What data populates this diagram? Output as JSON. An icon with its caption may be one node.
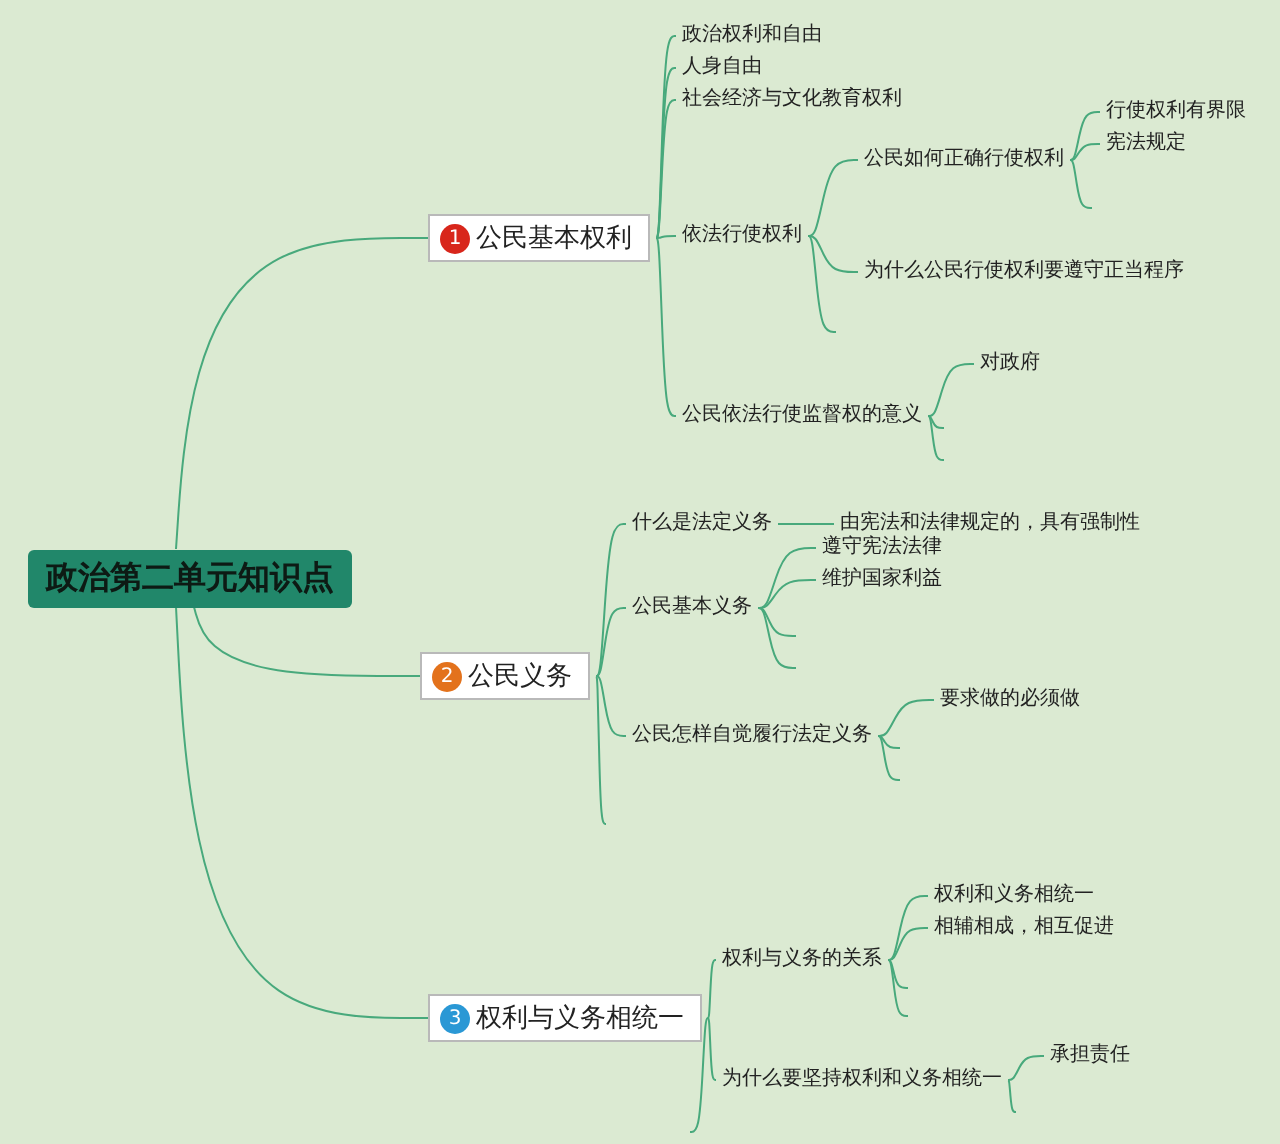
{
  "diagram": {
    "nodes": [
      {
        "text": [
          "政治第二单元知识点"
        ]
      },
      {
        "text": [
          "1",
          "公民基本权利"
        ]
      },
      {
        "text": [
          "政治权利和自由"
        ]
      },
      {
        "text": [
          "人身自由"
        ]
      },
      {
        "text": [
          "社会经济与文化教育权利"
        ]
      },
      {
        "text": [
          "依法行使权利"
        ]
      },
      {
        "text": [
          "公民如何正确行使权利"
        ]
      },
      {
        "text": [
          "行使权利有界限"
        ]
      },
      {
        "text": [
          "宪法规定"
        ]
      },
      {
        "text": [
          "为什么公民行使权利要遵守正当程序"
        ]
      },
      {
        "text": [
          "公民依法行使监督权的意义"
        ]
      },
      {
        "text": [
          "对政府"
        ]
      },
      {
        "text": [
          "2",
          "公民义务"
        ]
      },
      {
        "text": [
          "什么是法定义务"
        ]
      },
      {
        "text": [
          "由宪法和法律规定的，具有强制性"
        ]
      },
      {
        "text": [
          "公民基本义务"
        ]
      },
      {
        "text": [
          "遵守宪法法律"
        ]
      },
      {
        "text": [
          "维护国家利益"
        ]
      },
      {
        "text": [
          "公民怎样自觉履行法定义务"
        ]
      },
      {
        "text": [
          "要求做的必须做"
        ]
      },
      {
        "text": [
          "3",
          "权利与义务相统一"
        ]
      },
      {
        "text": [
          "权利与义务的关系"
        ]
      },
      {
        "text": [
          "权利和义务相统一"
        ]
      },
      {
        "text": [
          "相辅相成，相互促进"
        ]
      },
      {
        "text": [
          "为什么要坚持权利和义务相统一"
        ]
      },
      {
        "text": [
          "承担责任"
        ]
      }
    ],
    "edges": [
      {
        "from": 0,
        "to": 1,
        "arrow": "none"
      },
      {
        "from": 0,
        "to": 12,
        "arrow": "none"
      },
      {
        "from": 0,
        "to": 20,
        "arrow": "none"
      },
      {
        "from": 1,
        "to": 2,
        "arrow": "none"
      },
      {
        "from": 1,
        "to": 3,
        "arrow": "none"
      },
      {
        "from": 1,
        "to": 4,
        "arrow": "none"
      },
      {
        "from": 1,
        "to": 5,
        "arrow": "none"
      },
      {
        "from": 1,
        "to": 10,
        "arrow": "none"
      },
      {
        "from": 5,
        "to": 6,
        "arrow": "none"
      },
      {
        "from": 5,
        "to": 9,
        "arrow": "none"
      },
      {
        "from": 5,
        "to": null,
        "arrow": "none"
      },
      {
        "from": 6,
        "to": 7,
        "arrow": "none"
      },
      {
        "from": 6,
        "to": 8,
        "arrow": "none"
      },
      {
        "from": 6,
        "to": null,
        "arrow": "none"
      },
      {
        "from": 10,
        "to": 11,
        "arrow": "none"
      },
      {
        "from": 10,
        "to": null,
        "arrow": "none"
      },
      {
        "from": 10,
        "to": null,
        "arrow": "none"
      },
      {
        "from": 12,
        "to": 13,
        "arrow": "none"
      },
      {
        "from": 12,
        "to": 15,
        "arrow": "none"
      },
      {
        "from": 12,
        "to": 18,
        "arrow": "none"
      },
      {
        "from": 12,
        "to": null,
        "arrow": "none"
      },
      {
        "from": 13,
        "to": 14,
        "arrow": "none"
      },
      {
        "from": 15,
        "to": 16,
        "arrow": "none"
      },
      {
        "from": 15,
        "to": 17,
        "arrow": "none"
      },
      {
        "from": 15,
        "to": null,
        "arrow": "none"
      },
      {
        "from": 15,
        "to": null,
        "arrow": "none"
      },
      {
        "from": 18,
        "to": 19,
        "arrow": "none"
      },
      {
        "from": 18,
        "to": null,
        "arrow": "none"
      },
      {
        "from": 18,
        "to": null,
        "arrow": "none"
      },
      {
        "from": 20,
        "to": 21,
        "arrow": "none"
      },
      {
        "from": 20,
        "to": 24,
        "arrow": "none"
      },
      {
        "from": 20,
        "to": null,
        "arrow": "none"
      },
      {
        "from": 21,
        "to": 22,
        "arrow": "none"
      },
      {
        "from": 21,
        "to": 23,
        "arrow": "none"
      },
      {
        "from": 21,
        "to": null,
        "arrow": "none"
      },
      {
        "from": 21,
        "to": null,
        "arrow": "none"
      },
      {
        "from": 24,
        "to": 25,
        "arrow": "none"
      },
      {
        "from": 24,
        "to": null,
        "arrow": "none"
      }
    ]
  }
}
